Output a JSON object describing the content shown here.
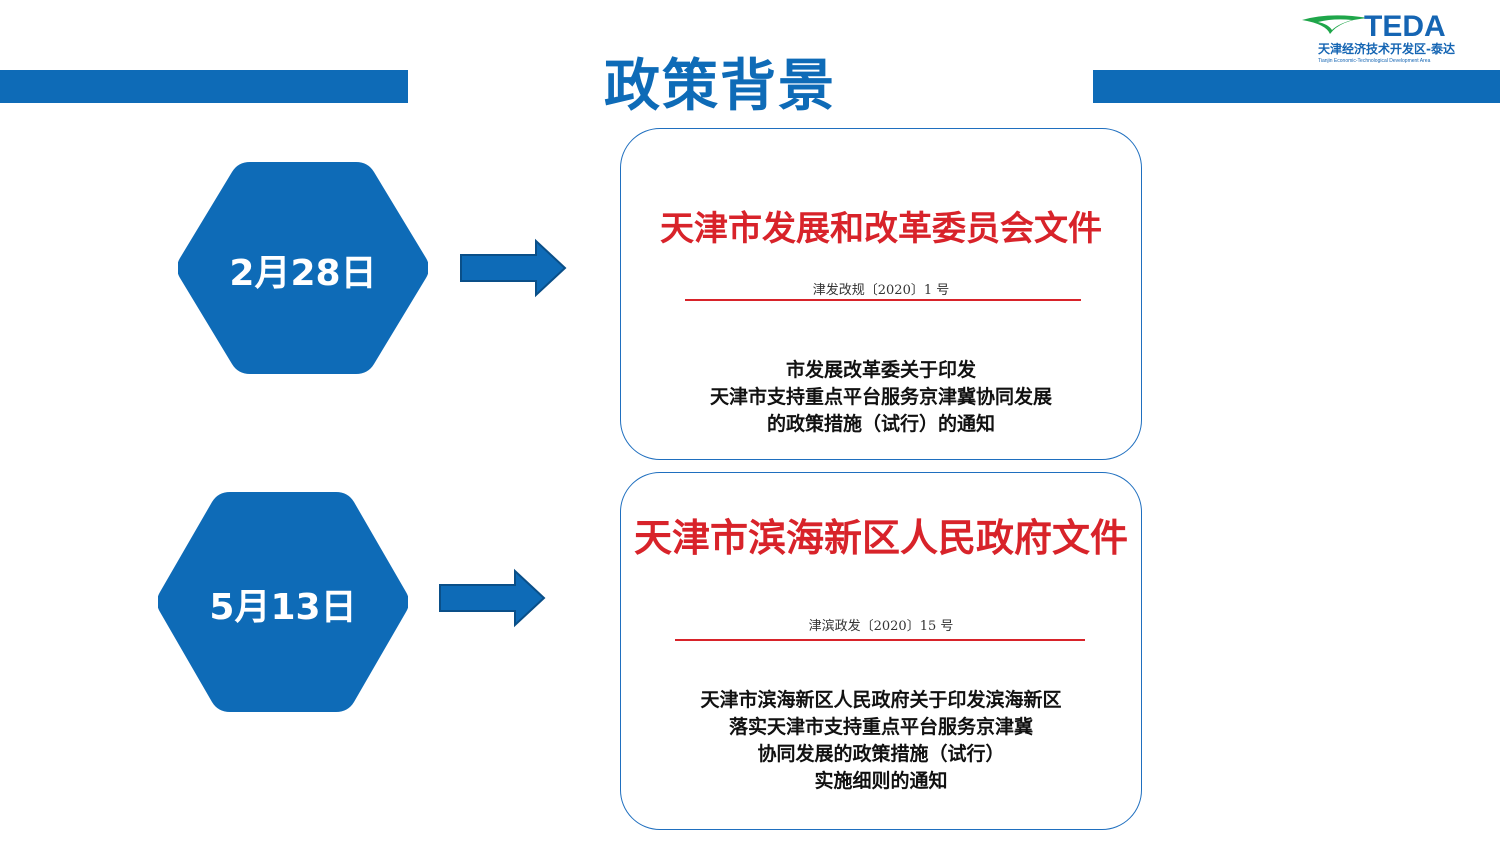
{
  "title": "政策背景",
  "logo": {
    "word": "TEDA",
    "cn": "天津经济技术开发区-泰达",
    "en": "Tianjin Economic-Technological Development Area"
  },
  "items": [
    {
      "date": "2月28日",
      "document": {
        "header": "天津市发展和改革委员会文件",
        "number": "津发改规〔2020〕1 号",
        "body_lines": [
          "市发展改革委关于印发",
          "天津市支持重点平台服务京津冀协同发展",
          "的政策措施（试行）的通知"
        ]
      }
    },
    {
      "date": "5月13日",
      "document": {
        "header": "天津市滨海新区人民政府文件",
        "number": "津滨政发〔2020〕15 号",
        "body_lines": [
          "天津市滨海新区人民政府关于印发滨海新区",
          "落实天津市支持重点平台服务京津冀",
          "协同发展的政策措施（试行）",
          "实施细则的通知"
        ]
      }
    }
  ],
  "colors": {
    "accent": "#0e6bb7",
    "doc_red": "#d8232a",
    "logo_green": "#1fa64a"
  },
  "icons": [
    "arrow-right-icon",
    "teda-logo-mark"
  ]
}
